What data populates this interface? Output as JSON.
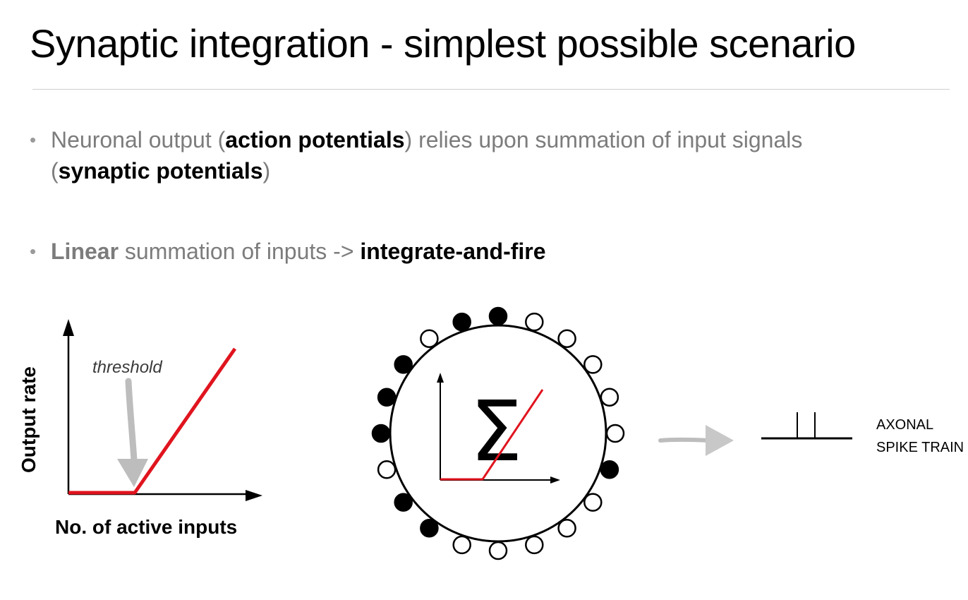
{
  "slide": {
    "title": "Synaptic integration - simplest possible scenario"
  },
  "bullets": [
    {
      "parts": [
        {
          "text": "Neuronal output (",
          "style": "plain"
        },
        {
          "text": "action potentials",
          "style": "bold"
        },
        {
          "text": ") relies upon summation of input signals",
          "style": "plain"
        }
      ],
      "line2": [
        {
          "text": "(",
          "style": "plain"
        },
        {
          "text": "synaptic potentials",
          "style": "bold"
        },
        {
          "text": ")",
          "style": "plain"
        }
      ]
    },
    {
      "parts": [
        {
          "text": "Linear",
          "style": "bold-gray"
        },
        {
          "text": " summation of inputs -> ",
          "style": "plain"
        },
        {
          "text": "integrate-and-fire",
          "style": "bold"
        }
      ]
    }
  ],
  "graph": {
    "threshold_label": "threshold",
    "x_label": "No. of active inputs",
    "y_label": "Output rate",
    "line_color": "#e0141e",
    "arrow_color": "#b8b8b8"
  },
  "neuron": {
    "sigma": "Σ",
    "synapse_states": [
      "filled",
      "open",
      "open",
      "open",
      "open",
      "open",
      "filled",
      "open",
      "open",
      "open",
      "open",
      "open",
      "filled",
      "filled",
      "open",
      "filled",
      "filled",
      "filled",
      "open",
      "filled"
    ],
    "line_color": "#e0141e"
  },
  "spike_train": {
    "label_line1": "AXONAL",
    "label_line2": "SPIKE TRAIN",
    "spike_count": 2
  },
  "colors": {
    "bullet_text": "#7c7c7c",
    "emphasis": "#000000",
    "rule": "#cfcfcf"
  }
}
